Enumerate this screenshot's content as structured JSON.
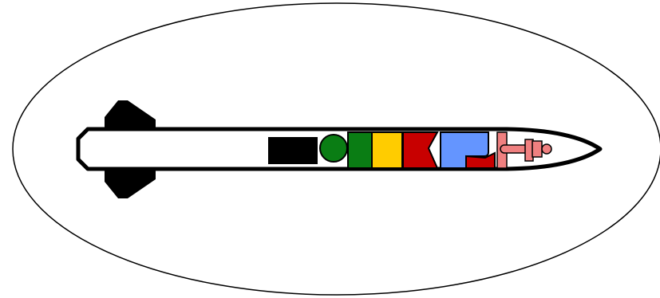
{
  "diagram": {
    "background_color": "#ffffff",
    "outline_color": "#000000",
    "fuselage_fill": "#ffffff",
    "components": [
      {
        "name": "black-block",
        "shape": "rectangle",
        "color": "#000000"
      },
      {
        "name": "green-sphere",
        "shape": "circle",
        "color": "#0a7d14"
      },
      {
        "name": "green-module",
        "shape": "rectangle",
        "color": "#0a7d14"
      },
      {
        "name": "yellow-module",
        "shape": "rectangle",
        "color": "#ffcc00"
      },
      {
        "name": "red-module",
        "shape": "notched-rectangle",
        "color": "#c80000"
      },
      {
        "name": "blue-module",
        "shape": "rounded-block",
        "color": "#6495ff"
      },
      {
        "name": "red-hook",
        "shape": "l-shape",
        "color": "#c80000"
      },
      {
        "name": "pink-assembly",
        "shape": "composite",
        "color": "#f08080"
      }
    ]
  }
}
